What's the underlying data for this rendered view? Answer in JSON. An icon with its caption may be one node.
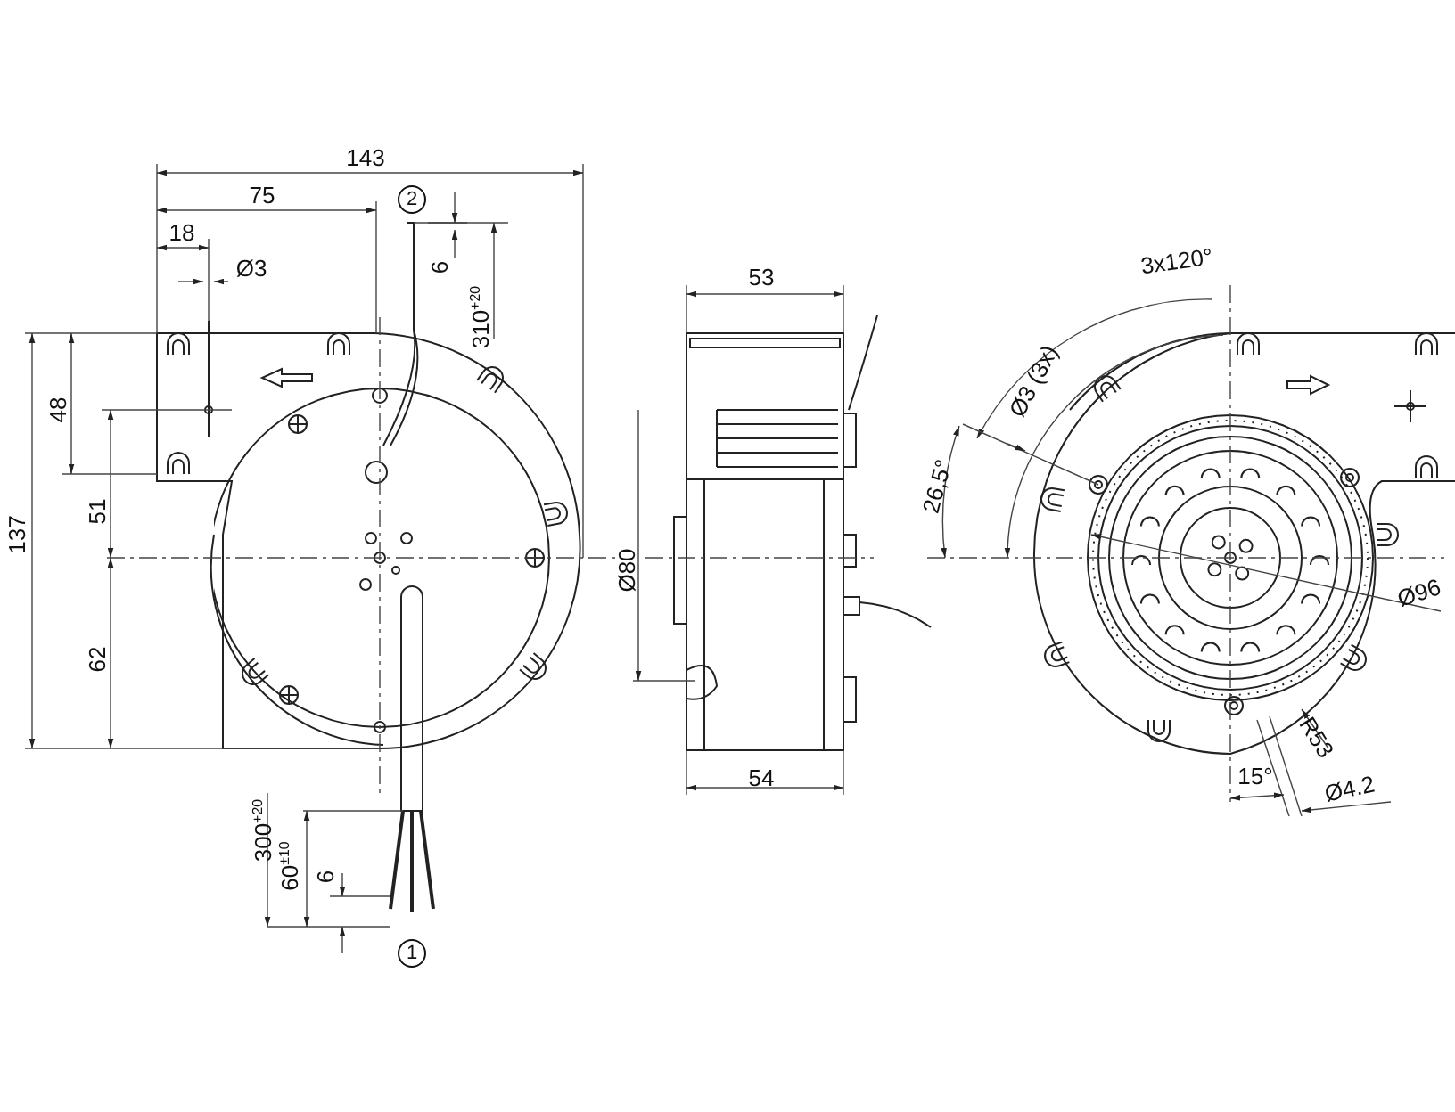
{
  "diagram": {
    "nodes": [
      {
        "text": [
          "2"
        ]
      },
      {
        "text": [
          "1"
        ]
      }
    ],
    "labels": [
      "143",
      "75",
      "18",
      "6",
      "310$^{+20}$",
      "Ø3",
      "53",
      "3x120°",
      "Ø3 (3x)",
      "48",
      "26,5°",
      "51",
      "137",
      "Ø80",
      "Ø96",
      "62",
      "R53",
      "15°",
      "Ø4.2",
      "54",
      "300$^{+20}$",
      "60$^{±10}$",
      "6"
    ]
  }
}
